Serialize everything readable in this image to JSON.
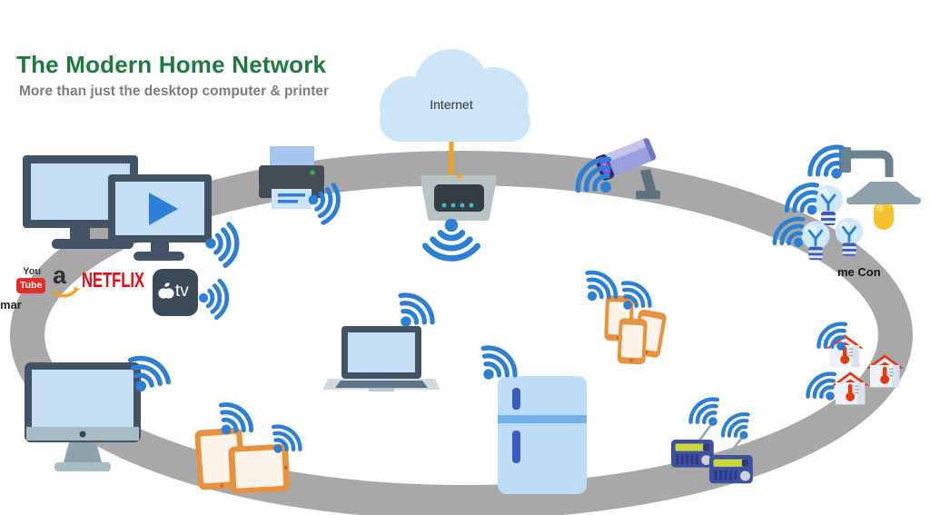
{
  "header": {
    "title": "The Modern Home Network",
    "subtitle": "More than just the desktop computer & printer"
  },
  "cloud": {
    "label": "Internet"
  },
  "logos": {
    "youtube_line1": "You",
    "youtube_line2": "Tube",
    "amazon_letter": "a",
    "netflix": "NETFLIX",
    "apple_tv": "tv"
  },
  "partial_texts": {
    "left_edge": "mar",
    "right_side": "me Con"
  },
  "devices": [
    {
      "name": "tv-screens-with-streaming-services"
    },
    {
      "name": "wireless-printer"
    },
    {
      "name": "router-modem"
    },
    {
      "name": "security-camera"
    },
    {
      "name": "smart-light-bulbs-and-lamp"
    },
    {
      "name": "smartphones"
    },
    {
      "name": "laptop"
    },
    {
      "name": "smart-refrigerator"
    },
    {
      "name": "desktop-computer"
    },
    {
      "name": "tablets"
    },
    {
      "name": "internet-radios"
    },
    {
      "name": "smart-home-thermostats"
    }
  ],
  "icons": {
    "wifi": "wifi-signal-icon",
    "cloud": "internet-cloud-icon",
    "play": "play-button-icon",
    "apple": "apple-logo-icon"
  },
  "colors": {
    "title_green": "#1f7a3e",
    "subtitle_gray": "#7d7d7d",
    "ring_gray": "#a8a8a8",
    "wifi_blue": "#2b7fd4",
    "cloud_blue": "#cde5f8",
    "link_orange": "#f5a11d",
    "screen_blue": "#c4def5",
    "frame_slate": "#415364",
    "device_orange": "#e8923d",
    "netflix_red": "#e50914",
    "youtube_red": "#e52d27",
    "fridge_blue": "#bcdcf8",
    "house_red": "#e8380d",
    "radio_navy": "#3d4fa1",
    "lamp_yellow": "#f6c12e"
  }
}
